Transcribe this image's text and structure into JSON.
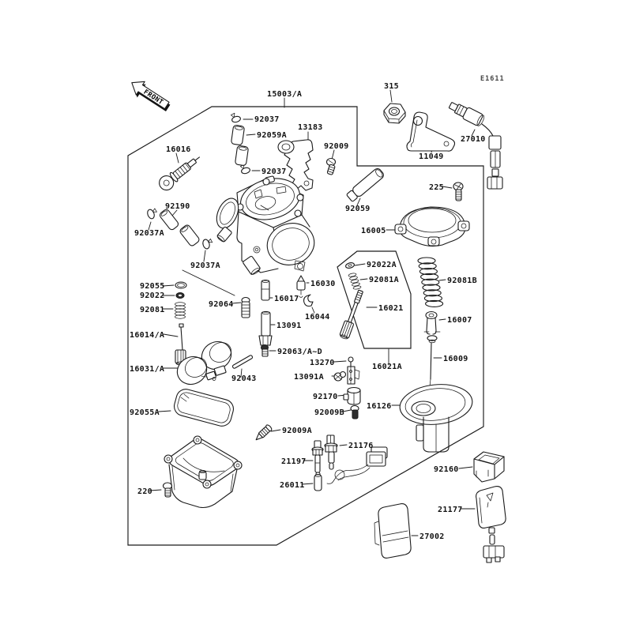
{
  "page": {
    "bg_color": "#ffffff",
    "ink_color": "#1a1a1a",
    "code": "E1611",
    "front_label": "FRONT",
    "assembly_ref": "15003/A",
    "subassembly_ref": "16021A"
  },
  "labels": [
    {
      "ref": "15003/A"
    },
    {
      "ref": "92037"
    },
    {
      "ref": "92059A"
    },
    {
      "ref": "13183"
    },
    {
      "ref": "92009"
    },
    {
      "ref": "16016"
    },
    {
      "ref": "92037"
    },
    {
      "ref": "315"
    },
    {
      "ref": "11049"
    },
    {
      "ref": "27010"
    },
    {
      "ref": "225"
    },
    {
      "ref": "92190"
    },
    {
      "ref": "92037A"
    },
    {
      "ref": "92037A"
    },
    {
      "ref": "92059"
    },
    {
      "ref": "16005"
    },
    {
      "ref": "92055"
    },
    {
      "ref": "92022"
    },
    {
      "ref": "92081"
    },
    {
      "ref": "16014/A"
    },
    {
      "ref": "92064"
    },
    {
      "ref": "16017"
    },
    {
      "ref": "13091"
    },
    {
      "ref": "16030"
    },
    {
      "ref": "16044"
    },
    {
      "ref": "92022A"
    },
    {
      "ref": "92081A"
    },
    {
      "ref": "16021"
    },
    {
      "ref": "92081B"
    },
    {
      "ref": "16007"
    },
    {
      "ref": "16009"
    },
    {
      "ref": "92063/A~D"
    },
    {
      "ref": "13270"
    },
    {
      "ref": "13091A"
    },
    {
      "ref": "92170"
    },
    {
      "ref": "92009B"
    },
    {
      "ref": "16021A"
    },
    {
      "ref": "16126"
    },
    {
      "ref": "16031/A"
    },
    {
      "ref": "92043"
    },
    {
      "ref": "92055A"
    },
    {
      "ref": "92009A"
    },
    {
      "ref": "21197"
    },
    {
      "ref": "21176"
    },
    {
      "ref": "26011"
    },
    {
      "ref": "220"
    },
    {
      "ref": "92160"
    },
    {
      "ref": "21177"
    },
    {
      "ref": "27002"
    }
  ]
}
